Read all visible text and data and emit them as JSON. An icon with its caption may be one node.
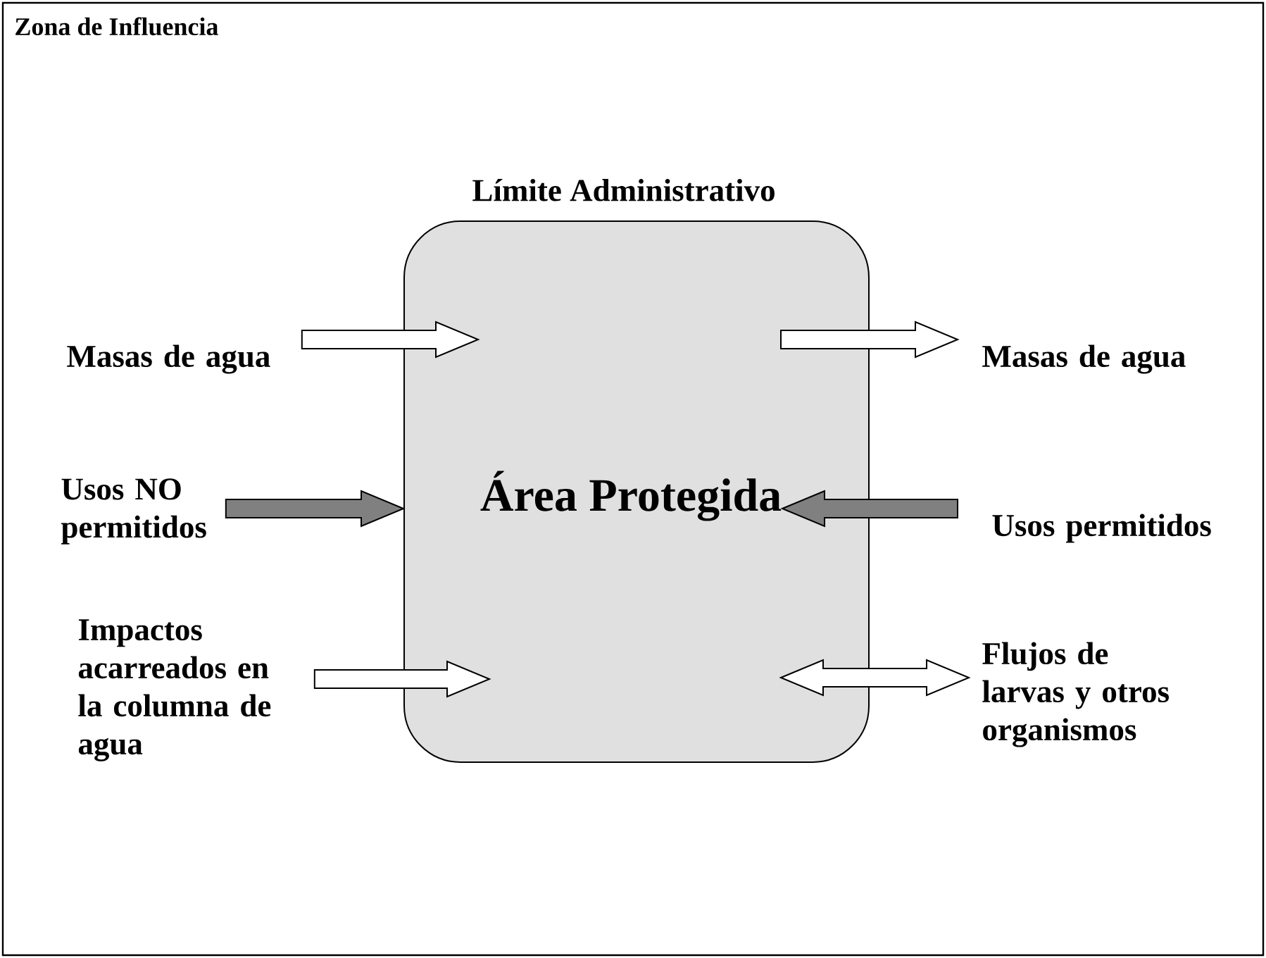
{
  "diagram": {
    "nodes": [
      {
        "text": [
          "Zona de Influencia"
        ]
      },
      {
        "text": [
          "Límite Administrativo",
          "Área Protegida"
        ],
        "in": 0
      },
      {
        "text": [
          "Masas de agua"
        ],
        "in": 0
      },
      {
        "text": [
          "Usos NO permitidos"
        ],
        "in": 0
      },
      {
        "text": [
          "Impactos acarreados en la columna de agua"
        ],
        "in": 0
      },
      {
        "text": [
          "Masas de agua"
        ],
        "in": 0
      },
      {
        "text": [
          "Usos permitidos"
        ],
        "in": 0
      },
      {
        "text": [
          "Flujos de larvas y otros organismos"
        ],
        "in": 0
      }
    ],
    "edges": [
      {
        "from": 2,
        "to": 1,
        "arrow": "to"
      },
      {
        "from": 3,
        "to": 1,
        "arrow": "to",
        "color": "#808080"
      },
      {
        "from": 4,
        "to": 1,
        "arrow": "to"
      },
      {
        "from": 1,
        "to": 5,
        "arrow": "to"
      },
      {
        "from": 6,
        "to": 1,
        "arrow": "to",
        "color": "#808080"
      },
      {
        "from": 1,
        "to": 7,
        "arrow": "both"
      }
    ]
  }
}
